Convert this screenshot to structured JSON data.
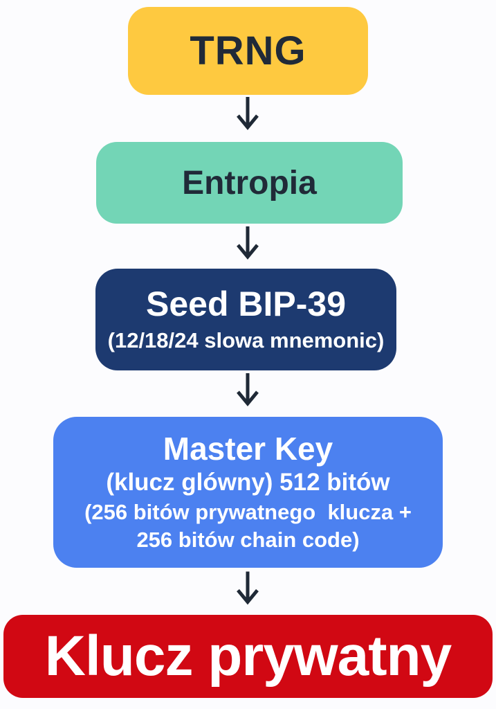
{
  "diagram": {
    "background": "#FCFCFE",
    "arrow_color": "#1F2936",
    "nodes": [
      {
        "id": "trng",
        "title": "TRNG",
        "bg": "#FEC940",
        "fg": "#202A38"
      },
      {
        "id": "entropia",
        "title": "Entropia",
        "bg": "#73D5B6",
        "fg": "#202A38"
      },
      {
        "id": "seed-bip39",
        "title": "Seed BIP-39",
        "subtitle": "(12/18/24 slowa mnemonic)",
        "bg": "#1D3A70",
        "fg": "#FFFFFF"
      },
      {
        "id": "master-key",
        "title": "Master Key",
        "subtitle": "(klucz glówny) 512 bitów",
        "detail_line1": "(256 bitów prywatnego  klucza +",
        "detail_line2": "256 bitów chain code)",
        "bg": "#4C81F0",
        "fg": "#FFFFFF"
      },
      {
        "id": "klucz-prywatny",
        "title": "Klucz prywatny",
        "bg": "#D10813",
        "fg": "#FFFFFF"
      }
    ]
  }
}
